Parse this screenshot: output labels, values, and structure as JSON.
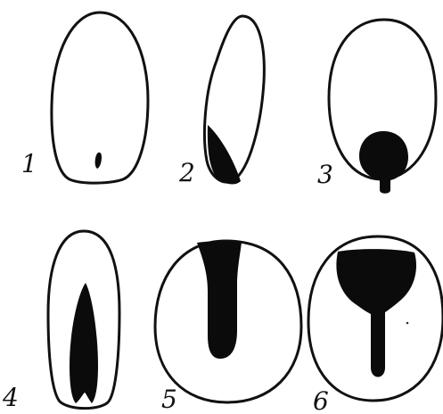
{
  "figure": {
    "labels": [
      "1",
      "2",
      "3",
      "4",
      "5",
      "6"
    ],
    "ink_color": "#111111",
    "background_color": "#ffffff"
  }
}
